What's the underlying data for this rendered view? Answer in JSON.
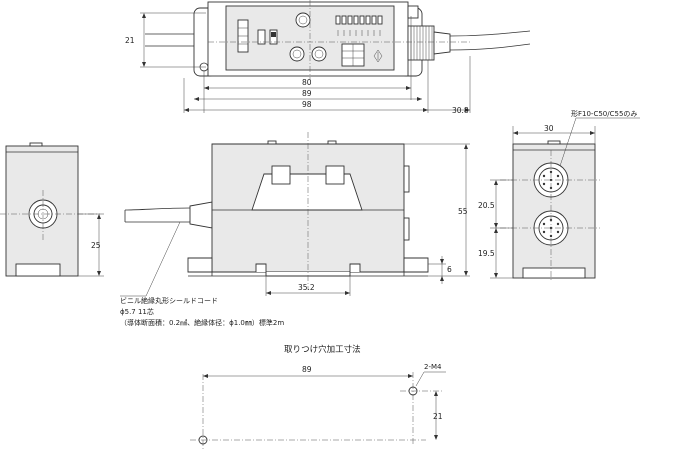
{
  "dimensions": {
    "top_height": "21",
    "top_80": "80",
    "top_89": "89",
    "top_98": "98",
    "top_cable": "30.8",
    "left_25": "25",
    "front_55": "55",
    "front_6": "6",
    "front_35_2": "35.2",
    "right_30": "30",
    "right_20_5": "20.5",
    "right_19_5": "19.5",
    "mount_89": "89",
    "mount_21": "21"
  },
  "labels": {
    "connector_note": "形F10-C50/C55のみ",
    "cable_line1": "ビニル絶縁丸形シールドコード",
    "cable_line2": "ϕ5.7  11芯",
    "cable_line3": "（導体断面積：0.2㎟、絶縁体径：ϕ1.0㎜）標準2m",
    "mount_title": "取りつけ穴加工寸法",
    "mount_hole": "2-M4"
  }
}
